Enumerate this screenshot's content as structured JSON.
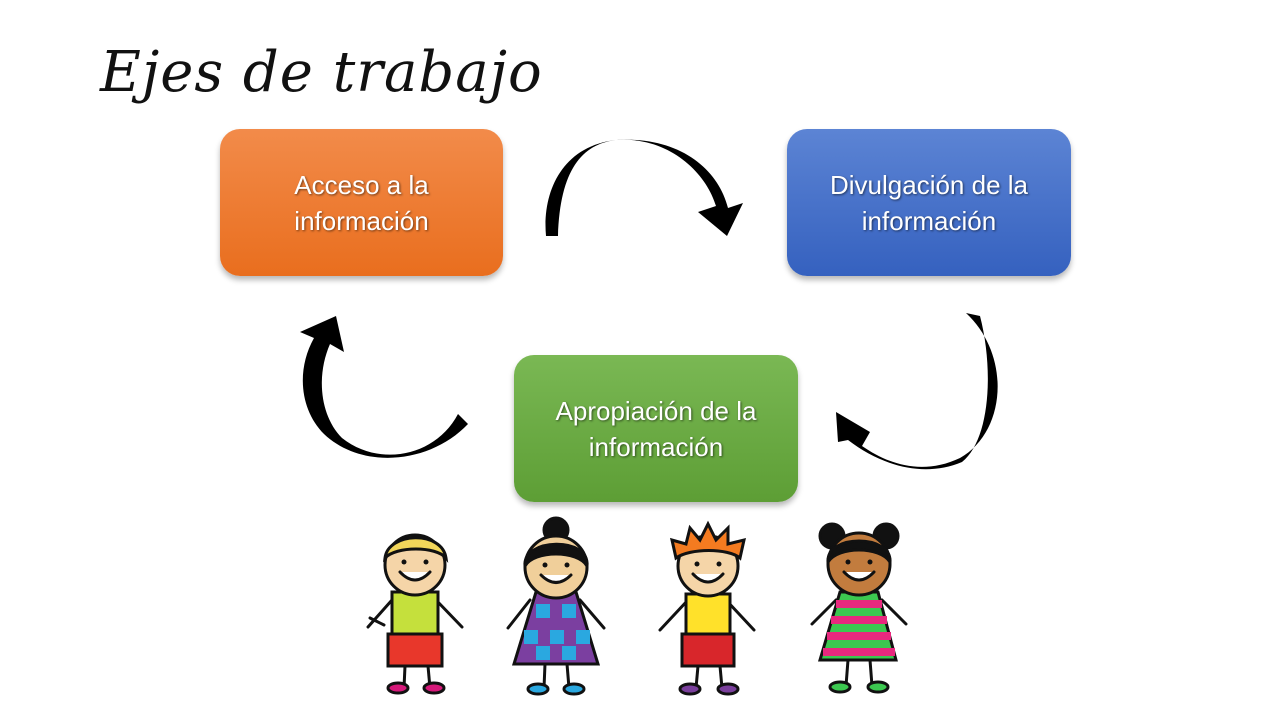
{
  "slide": {
    "title": "Ejes de trabajo"
  },
  "boxes": {
    "access": {
      "label": "Acceso a la\ninformación",
      "color": "#ed7a2e"
    },
    "dissemination": {
      "label": "Divulgación de la\ninformación",
      "color": "#4472c4"
    },
    "appropriation": {
      "label": "Apropiación de la\ninformación",
      "color": "#6aab42"
    }
  },
  "illustration": {
    "children": [
      {
        "name": "boy-blond",
        "shirt": "#c5e03c",
        "pants": "#e8372b",
        "skin": "#f5d5a8",
        "hair": "#f2d65a",
        "shoes": "#d6197a"
      },
      {
        "name": "girl-checkered",
        "dress": [
          "#7b3fa0",
          "#2aa8e0"
        ],
        "skin": "#f0cf9a",
        "hair": "#111111",
        "shoes": "#2aa8e0"
      },
      {
        "name": "boy-redhead",
        "shirt": "#ffe12a",
        "pants": "#d8262b",
        "skin": "#f5d5a8",
        "hair": "#f47b20",
        "shoes": "#7a3f9c"
      },
      {
        "name": "girl-striped",
        "dress": [
          "#e8287e",
          "#3cc850"
        ],
        "skin": "#c27c3e",
        "hair": "#111111",
        "shoes": "#3cc850"
      }
    ]
  }
}
